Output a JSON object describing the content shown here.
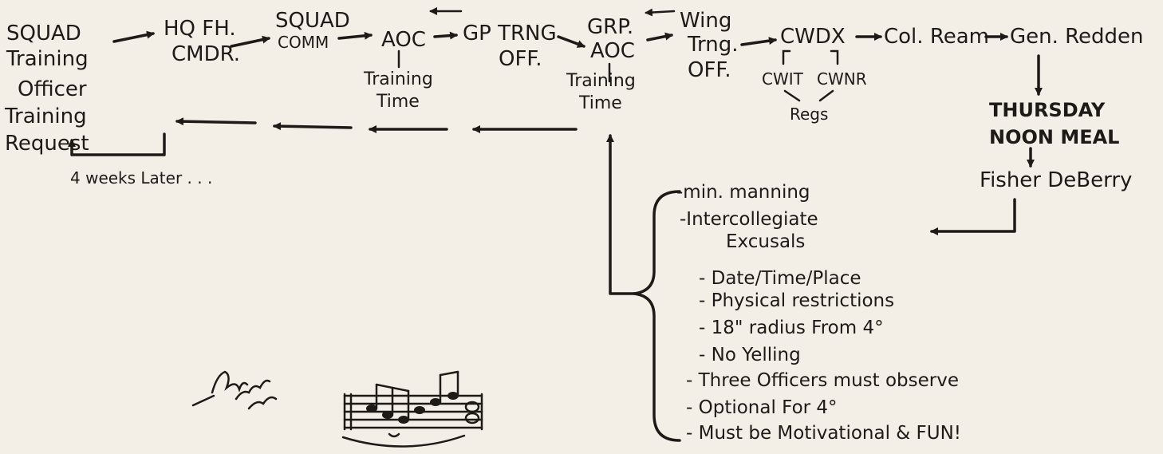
{
  "flow": {
    "nodes": [
      {
        "id": "squad-training-officer",
        "lines": [
          "SQUAD",
          "Training",
          "Officer"
        ]
      },
      {
        "id": "hq-fh-cmdr",
        "lines": [
          "HQ FH.",
          "CMDR."
        ]
      },
      {
        "id": "squad-comm",
        "lines": [
          "SQUAD",
          "COMM"
        ]
      },
      {
        "id": "aoc",
        "lines": [
          "AOC"
        ]
      },
      {
        "id": "gp-trng-off",
        "lines": [
          "GP TRNG",
          "OFF."
        ]
      },
      {
        "id": "grp-aoc",
        "lines": [
          "GRP.",
          "AOC"
        ]
      },
      {
        "id": "wing-trng-off",
        "lines": [
          "Wing",
          "Trng.",
          "OFF."
        ]
      },
      {
        "id": "cwdx",
        "lines": [
          "CWDX"
        ]
      },
      {
        "id": "col-ream",
        "lines": [
          "Col. Ream"
        ]
      },
      {
        "id": "gen-redden",
        "lines": [
          "Gen. Redden"
        ]
      }
    ],
    "training_request": [
      "Training",
      "Request"
    ],
    "aoc_note": [
      "Training",
      "Time"
    ],
    "grp_aoc_note": [
      "Training",
      "Time"
    ],
    "cwdx_subs": [
      "CWIT",
      "CWNR"
    ],
    "cwdx_regs": "Regs",
    "thursday": [
      "THURSDAY",
      "NOON MEAL"
    ],
    "fisher": "Fisher DeBerry",
    "loop_label": "4 weeks Later . . ."
  },
  "restrictions": [
    "-min. manning",
    "-Intercollegiate",
    "Excusals",
    "- Date/Time/Place",
    "- Physical restrictions",
    "- 18\" radius From 4°",
    "- No Yelling",
    "- Three Officers must observe",
    "- Optional For 4°",
    "- Must be Motivational & FUN!"
  ]
}
